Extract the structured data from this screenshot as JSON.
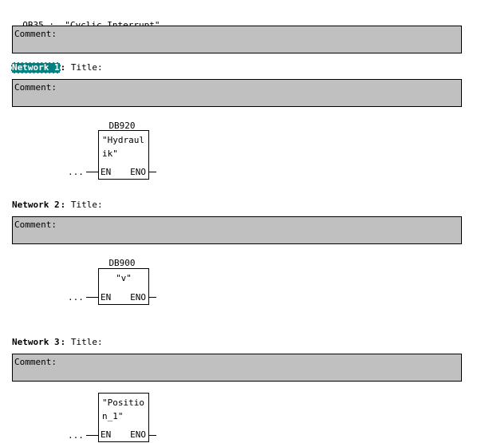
{
  "block": {
    "id": "OB35 :",
    "name": "\"Cyclic Interrupt\"",
    "comment_label": "Comment:"
  },
  "networks": [
    {
      "label": "Network 1",
      "colon": ":",
      "title": "Title:",
      "comment_label": "Comment:",
      "selected": true,
      "fb": {
        "db": "DB920",
        "name": "\"Hydraul\nik\"",
        "en": "EN",
        "eno": "ENO",
        "dots": "..."
      }
    },
    {
      "label": "Network 2",
      "colon": ":",
      "title": "Title:",
      "comment_label": "Comment:",
      "selected": false,
      "fb": {
        "db": "DB900",
        "name": "\"v\"",
        "en": "EN",
        "eno": "ENO",
        "dots": "..."
      }
    },
    {
      "label": "Network 3",
      "colon": ":",
      "title": "Title:",
      "comment_label": "Comment:",
      "selected": false,
      "fb": {
        "db": "",
        "name": "\"Positio\nn_1\"",
        "en": "EN",
        "eno": "ENO",
        "dots": "..."
      }
    }
  ]
}
